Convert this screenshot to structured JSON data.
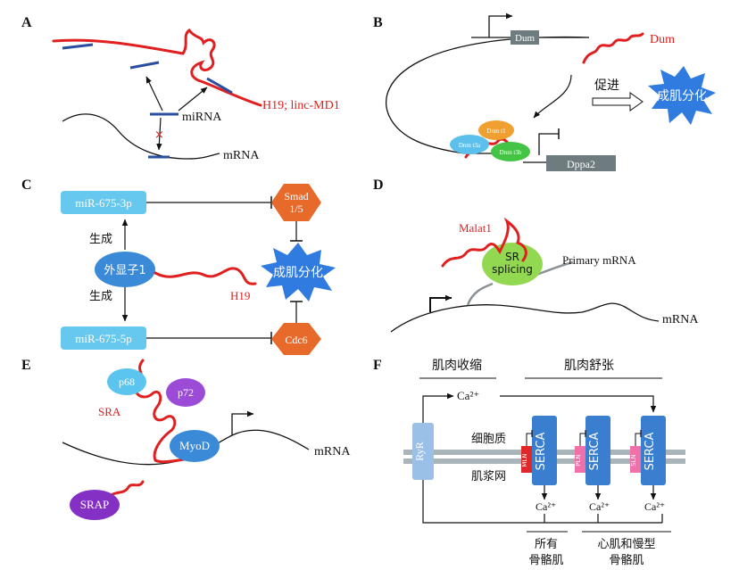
{
  "panels": {
    "a": {
      "letter": "A",
      "mirna": "miRNA",
      "mrna": "mRNA",
      "lncrna": "H19; linc-MD1",
      "block": "×"
    },
    "b": {
      "letter": "B",
      "dum_gene": "Dum",
      "dum_rna": "Dum",
      "promote": "促进",
      "outcome": "成肌分化",
      "dnmt1": "Dnm t1",
      "dnmt3a": "Dnm t3a",
      "dnmt3b": "Dnm t3b",
      "target": "Dppa2"
    },
    "c": {
      "letter": "C",
      "mir3p": "miR-675-3p",
      "mir5p": "miR-675-5p",
      "exon": "外显子1",
      "gen_top": "生成",
      "gen_bottom": "生成",
      "smad_1": "Smad",
      "smad_2": "1/5",
      "cdc6": "Cdc6",
      "outcome": "成肌分化",
      "h19": "H19"
    },
    "d": {
      "letter": "D",
      "malat1": "Malat1",
      "sr_1": "SR",
      "sr_2": "splicing",
      "primary": "Primary mRNA",
      "mrna": "mRNA"
    },
    "e": {
      "letter": "E",
      "p68": "p68",
      "p72": "p72",
      "sra": "SRA",
      "myod": "MyoD",
      "mrna": "mRNA",
      "srap": "SRAP"
    },
    "f": {
      "letter": "F",
      "contract": "肌肉收缩",
      "relax": "肌肉舒张",
      "ca_top": "Ca²⁺",
      "cytoplasm": "细胞质",
      "sr": "肌浆网",
      "ryr": "RyR",
      "serca": "SERCA",
      "mln": "MLN",
      "pln": "PLN",
      "sln": "SLN",
      "ca_low": "Ca²⁺",
      "all_muscle_1": "所有",
      "all_muscle_2": "骨骼肌",
      "cardiac_1": "心肌和慢型",
      "cardiac_2": "骨骼肌"
    }
  },
  "colors": {
    "rna_red": "#e02020",
    "mirna_blue": "#2a4ea0",
    "light_blue": "#66c8ee",
    "burst_blue": "#2f7be0",
    "hex_orange": "#e76a2b",
    "exon_blue": "#3a8ad8",
    "dnmt1": "#f0a030",
    "dnmt3a": "#5cc0ec",
    "dnmt3b": "#44c444",
    "gene_gray": "#6e7b7f",
    "sr_green": "#92d850",
    "p68": "#5bc4ef",
    "p72": "#9b4bd6",
    "srap": "#8430c4",
    "serca": "#3a7ed0",
    "ryr": "#9ac0e8",
    "membrane": "#a8b4b8",
    "mln": "#e02828",
    "pln": "#f070a8",
    "sln": "#f070a8"
  }
}
